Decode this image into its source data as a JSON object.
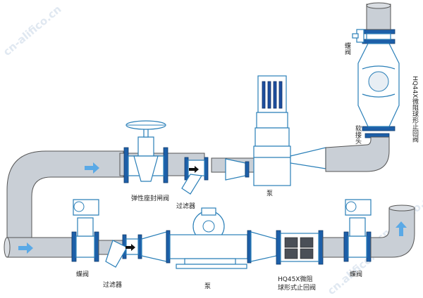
{
  "labels": {
    "butterfly_valve_top": "蝶阀",
    "check_valve_hq44x": "HQ44X微阻球形止回阀",
    "soft_joint": "软接头",
    "gate_valve": "弹性座封闸阀",
    "strainer_upper": "过滤器",
    "pump_upper": "泵",
    "butterfly_valve_lower_left": "蝶阀",
    "strainer_lower": "过滤器",
    "pump_lower": "泵",
    "check_valve_hq45x": [
      "HQ45X微阻",
      "球形式止回阀"
    ],
    "butterfly_valve_lower_right": "蝶阀"
  },
  "watermarks": [
    "cn-alifico.cn",
    "cn.alifico.cn",
    "cn.alifico.cn"
  ],
  "colors": {
    "pipe": "#c9cfd6",
    "component_outline": "#2a7fb8",
    "flange": "#1d5fa8",
    "flow_arrow": "#5aa9e6"
  }
}
